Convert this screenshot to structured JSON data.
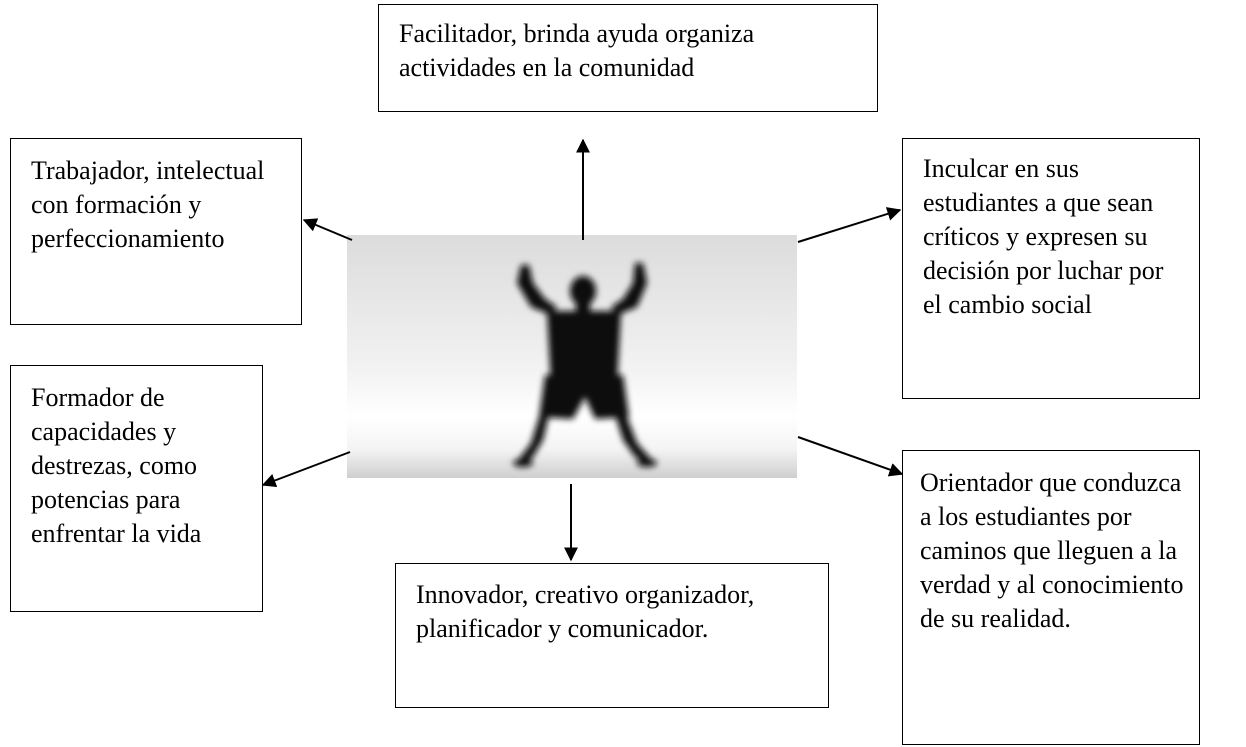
{
  "diagram": {
    "nodes": {
      "top": "Facilitador, brinda ayuda organiza actividades en la comunidad",
      "top_left": "Trabajador, intelectual con formación y perfeccionamiento",
      "top_right": "Inculcar en sus estudiantes a que sean críticos y expresen su decisión por luchar por el cambio social",
      "bottom_left": "Formador de capacidades y destrezas, como potencias para enfrentar la vida",
      "bottom": "Innovador, creativo organizador, planificador  y comunicador.",
      "bottom_right": "Orientador que conduzca a  los estudiantes por caminos que lleguen a la verdad y al conocimiento de su realidad."
    },
    "central_image": "silhouette-person-arms-raised"
  }
}
